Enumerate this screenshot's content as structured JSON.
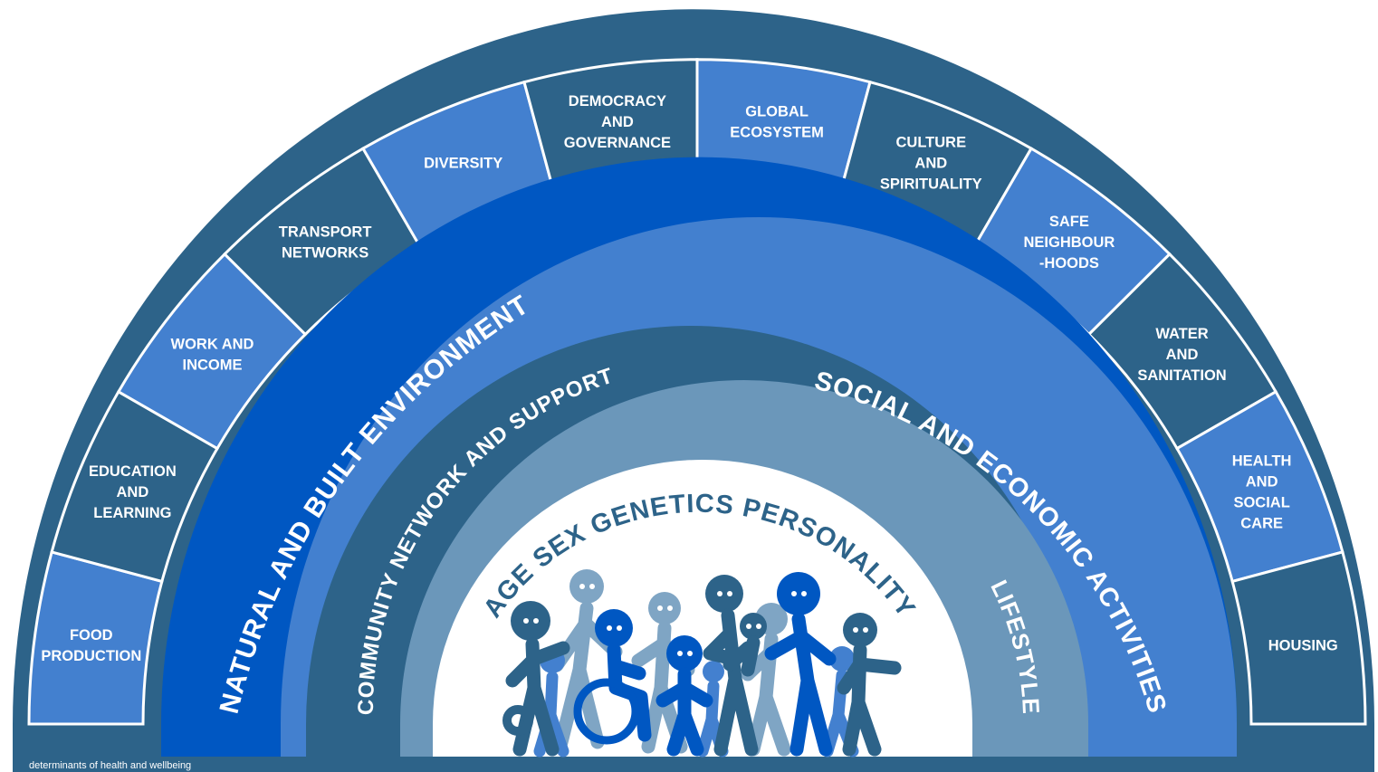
{
  "caption": "determinants of health and wellbeing",
  "colors": {
    "frame": "#2d6389",
    "segment_dark": "#2d6389",
    "segment_light": "#4380cf",
    "natural_ring": "#0057c2",
    "social_ring": "#4380cf",
    "community_ring": "#2d6389",
    "lifestyle_ring": "#6b97ba",
    "centre": "#ffffff",
    "people_dark": "#2d6389",
    "people_blue": "#0057c2",
    "people_grey": "#7fa5c4",
    "people_light": "#4380cf"
  },
  "outer_segments": [
    {
      "lines": [
        "FOOD",
        "PRODUCTION"
      ]
    },
    {
      "lines": [
        "EDUCATION",
        "AND",
        "LEARNING"
      ]
    },
    {
      "lines": [
        "WORK AND",
        "INCOME"
      ]
    },
    {
      "lines": [
        "TRANSPORT",
        "NETWORKS"
      ]
    },
    {
      "lines": [
        "DIVERSITY"
      ]
    },
    {
      "lines": [
        "DEMOCRACY",
        "AND",
        "GOVERNANCE"
      ]
    },
    {
      "lines": [
        "GLOBAL",
        "ECOSYSTEM"
      ]
    },
    {
      "lines": [
        "CULTURE",
        "AND",
        "SPIRITUALITY"
      ]
    },
    {
      "lines": [
        "SAFE",
        "NEIGHBOUR",
        "-HOODS"
      ]
    },
    {
      "lines": [
        "WATER",
        "AND",
        "SANITATION"
      ]
    },
    {
      "lines": [
        "HEALTH",
        "AND",
        "SOCIAL",
        "CARE"
      ]
    },
    {
      "lines": [
        "HOUSING"
      ]
    }
  ],
  "rings": {
    "natural": "NATURAL AND BUILT ENVIRONMENT",
    "social": "SOCIAL AND ECONOMIC ACTIVITIES",
    "community": "COMMUNITY NETWORK AND SUPPORT",
    "lifestyle": "LIFESTYLE",
    "core": "AGE SEX GENETICS PERSONALITY"
  }
}
